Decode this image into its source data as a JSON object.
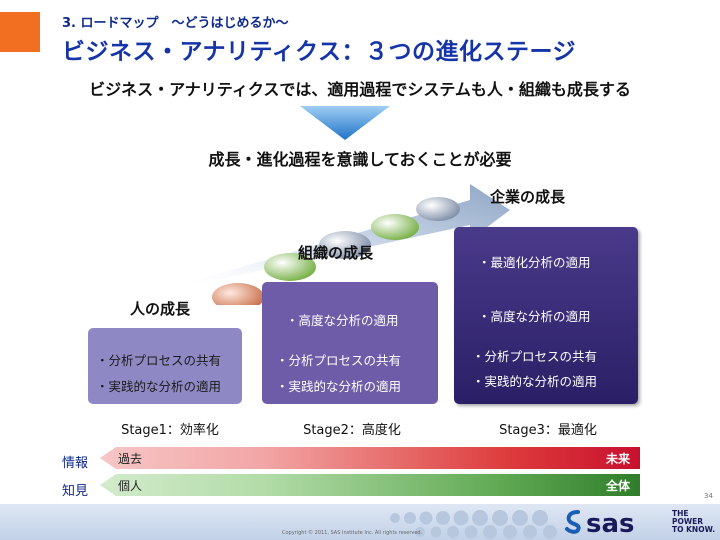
{
  "header": {
    "breadcrumb": "3. ロードマップ　～どうはじめるか～",
    "title": "ビジネス・アナリティクス：３つの進化ステージ"
  },
  "subtitle": "ビジネス・アナリティクスでは、適用過程でシステムも人・組織も成長する",
  "message": "成長・進化過程を意識しておくことが必要",
  "labels": {
    "company_growth": "企業の成長",
    "org_growth": "組織の成長",
    "person_growth": "人の成長"
  },
  "stages": [
    {
      "items": [
        "・分析プロセスの共有",
        "・実践的な分析の適用"
      ],
      "caption": "Stage1：効率化"
    },
    {
      "items": [
        "・高度な分析の適用",
        "・分析プロセスの共有",
        "・実践的な分析の適用"
      ],
      "caption": "Stage2：高度化"
    },
    {
      "items": [
        "・最適化分析の適用",
        "・高度な分析の適用",
        "・分析プロセスの共有",
        "・実践的な分析の適用"
      ],
      "caption": "Stage3：最適化"
    }
  ],
  "bands": [
    {
      "label": "情報",
      "left": "過去",
      "right": "未来"
    },
    {
      "label": "知見",
      "left": "個人",
      "right": "全体"
    }
  ],
  "footer": {
    "page_number": "34",
    "copyright": "Copyright © 2011, SAS Institute Inc. All rights reserved.",
    "logo": "sas",
    "tagline": [
      "THE",
      "POWER",
      "TO KNOW."
    ]
  },
  "colors": {
    "accent": "#f26f21",
    "title": "#1534a8",
    "stage1": "#8e89c4",
    "stage2": "#6f5ca8",
    "stage3": "#2a1f66"
  }
}
